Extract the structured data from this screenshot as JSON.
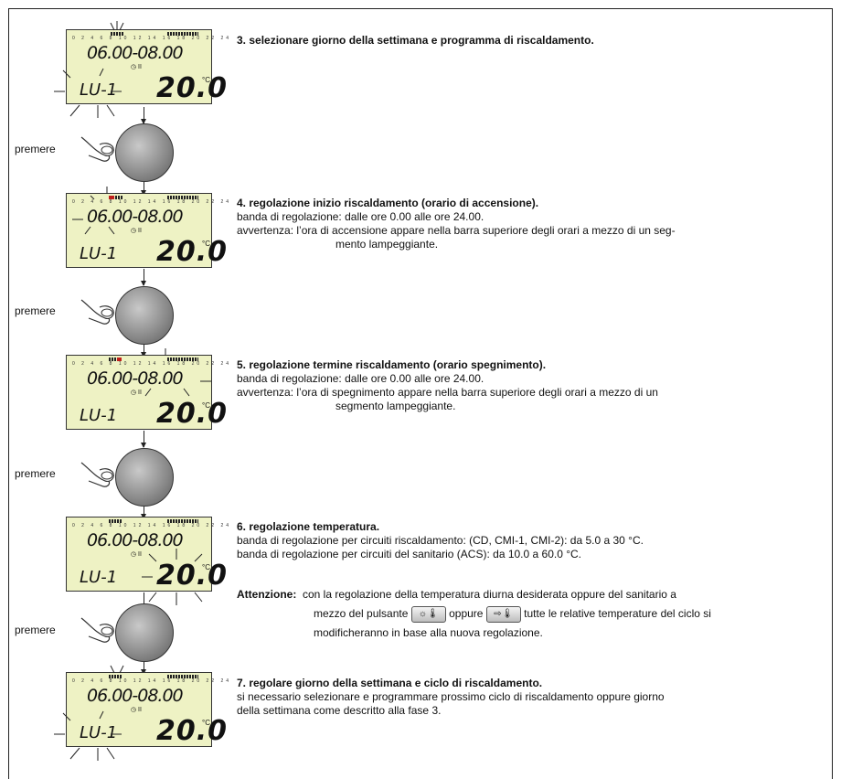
{
  "lcd": {
    "hours": "0 2 4 6 8 10 12 14 16 18 20 22 24",
    "range_step3": "06.00-08.00",
    "range_step4": "06.00-08.00",
    "range_step5": "06.00-08.00",
    "range_step6": "06.00-08.00",
    "range_step7": "06.00-08.00",
    "clock": "◷ II",
    "day": "LU-1",
    "temp": "20.0",
    "unit": "°C"
  },
  "press_label": "premere",
  "steps": {
    "s3": {
      "heading": "3. selezionare giorno della settimana e programma di riscaldamento."
    },
    "s4": {
      "heading": "4. regolazione inizio riscaldamento (orario di accensione).",
      "line1": "banda di regolazione: dalle ore 0.00 alle ore 24.00.",
      "line2": "avvertenza: l’ora di accensione appare nella barra superiore degli orari a mezzo di un seg-",
      "line3": "mento lampeggiante."
    },
    "s5": {
      "heading": "5. regolazione termine riscaldamento (orario spegnimento).",
      "line1": "banda di regolazione: dalle ore 0.00 alle ore 24.00.",
      "line2": "avvertenza: l’ora di spegnimento appare nella barra superiore degli orari a mezzo di un",
      "line3": "segmento lampeggiante."
    },
    "s6": {
      "heading": "6. regolazione temperatura.",
      "line1": "banda di regolazione per circuiti riscaldamento: (CD, CMI-1, CMI-2):  da 5.0 a 30 °C.",
      "line2": "banda di regolazione per circuiti del sanitario (ACS):  da 10.0 a 60.0 °C."
    },
    "attention": {
      "label": "Attenzione:",
      "line1": "con la regolazione della temperatura diurna desiderata oppure del sanitario a",
      "line2a": "mezzo del pulsante",
      "btn1": "☼🌡",
      "line2b": "oppure",
      "btn2": "⇨🌡",
      "line2c": "tutte le relative temperature del ciclo si",
      "line3": "modificheranno in base alla nuova regolazione."
    },
    "s7": {
      "heading": "7. regolare giorno della settimana e ciclo di riscaldamento.",
      "line1": "si necessario selezionare e programmare prossimo ciclo di riscaldamento oppure giorno",
      "line2": "della settimana come descritto alla fase 3."
    }
  }
}
